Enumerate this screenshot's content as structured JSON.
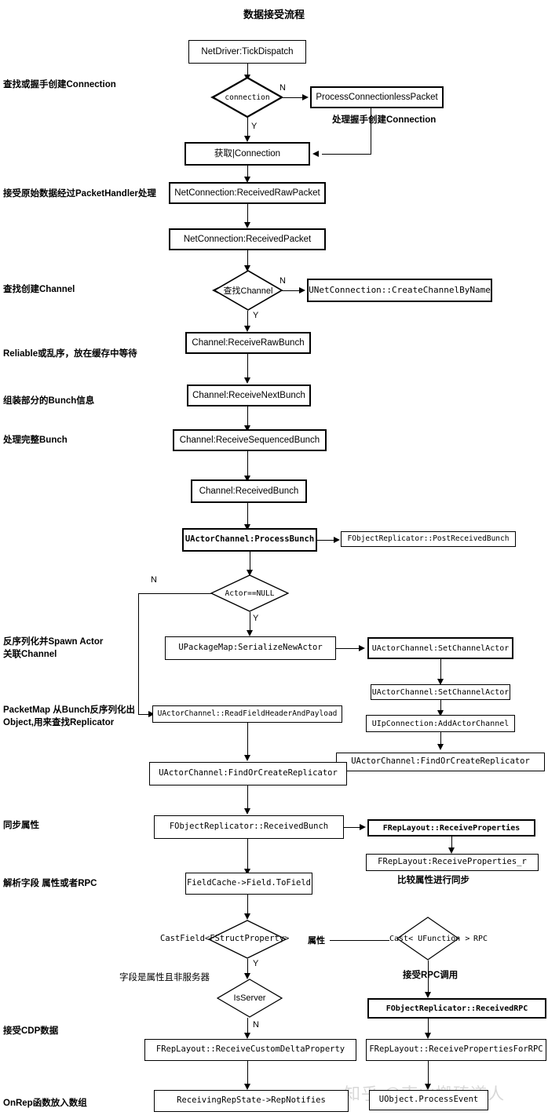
{
  "title": "数据接受流程",
  "watermark": "知乎 @南山搬砖道人",
  "nodes": {
    "tick_dispatch": "NetDriver:TickDispatch",
    "process_connectionless": "ProcessConnectionlessPacket",
    "get_connection": "获取|Connection",
    "received_raw_packet": "NetConnection:ReceivedRawPacket",
    "received_packet": "NetConnection:ReceivedPacket",
    "create_channel_by_name": "UNetConnection::CreateChannelByName",
    "receive_raw_bunch": "Channel:ReceiveRawBunch",
    "receive_next_bunch": "Channel:ReceiveNextBunch",
    "receive_sequenced_bunch": "Channel:ReceiveSequencedBunch",
    "received_bunch": "Channel:ReceivedBunch",
    "process_bunch": "UActorChannel:ProcessBunch",
    "post_received_bunch": "FObjectReplicator::PostReceivedBunch",
    "serialize_new_actor": "UPackageMap:SerializeNewActor",
    "set_channel_actor_1": "UActorChannel:SetChannelActor",
    "set_channel_actor_2": "UActorChannel:SetChannelActor",
    "read_field_header": "UActorChannel::ReadFieldHeaderAndPayload",
    "add_actor_channel": "UIpConnection:AddActorChannel",
    "find_or_create_replicator_right": "UActorChannel:FindOrCreateReplicator",
    "find_or_create_replicator_left": "UActorChannel:FindOrCreateReplicator",
    "obj_rep_received_bunch": "FObjectReplicator::ReceivedBunch",
    "receive_properties": "FRepLayout::ReceiveProperties",
    "receive_properties_r": "FRepLayout:ReceiveProperties_r",
    "field_to_field": "FieldCache->Field.ToField",
    "received_rpc": "FObjectReplicator::ReceivedRPC",
    "receive_custom_delta": "FRepLayout::ReceiveCustomDeltaProperty",
    "receive_props_for_rpc": "FRepLayout::ReceivePropertiesForRPC",
    "rep_notifies": "ReceivingRepState->RepNotifies",
    "process_event": "UObject.ProcessEvent"
  },
  "decisions": {
    "connection": "connection",
    "find_channel": "查找Channel",
    "actor_null": "Actor==NULL",
    "cast_field_struct": "CastField<FStructProperty>",
    "cast_ufunction": "Cast< UFunction >",
    "is_server": "IsServer"
  },
  "decision_side_text": {
    "cast_field_suffix": "属性",
    "cast_ufunction_suffix": "RPC"
  },
  "edge_labels": {
    "conn_n": "N",
    "conn_y": "Y",
    "channel_n": "N",
    "channel_y": "Y",
    "actor_n": "N",
    "actor_y": "Y",
    "castfield_y": "Y",
    "isserver_n": "N"
  },
  "side_labels": {
    "find_or_create_connection": "查找或握手创建Connection",
    "packet_handler": "接受原始数据经过PacketHandler处理",
    "find_create_channel": "查找创建Channel",
    "reliable_or_unordered": "Reliable或乱序，放在缓存中等待",
    "assemble_bunch": "组装部分的Bunch信息",
    "process_full_bunch": "处理完整Bunch",
    "deserialize_spawn_actor": "反序列化并Spawn Actor\n关联Channel",
    "packetmap_deserialize": "PacketMap 从Bunch反序列化出\nObject,用来查找Replicator",
    "sync_properties": "同步属性",
    "parse_field": "解析字段 属性或者RPC",
    "field_is_prop_non_server": "字段是属性且非服务器",
    "receive_cdp_data": "接受CDP数据",
    "onrep_into_array": "OnRep函数放入数组"
  },
  "captions": {
    "handshake_create_connection": "处理握手创建Connection",
    "compare_props_sync": "比较属性进行同步",
    "receive_rpc_call": "接受RPC调用"
  }
}
